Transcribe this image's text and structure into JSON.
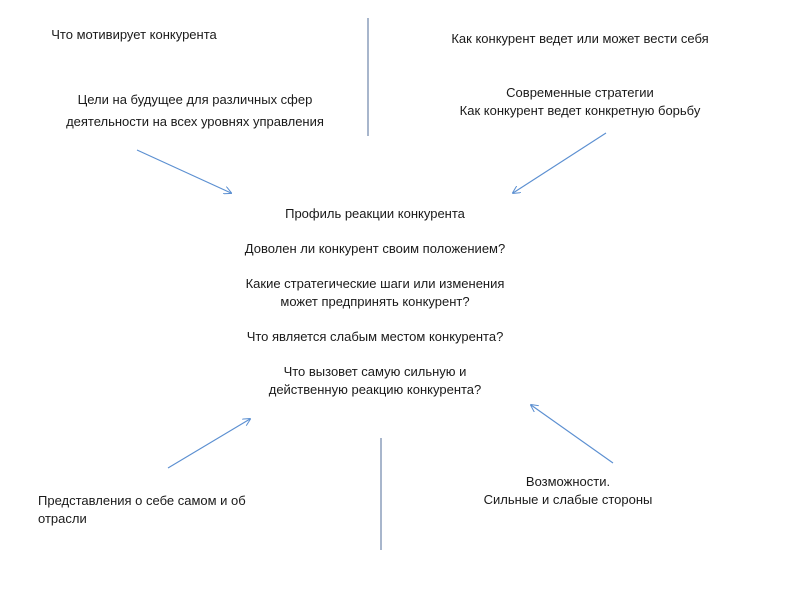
{
  "top_left": {
    "heading": "Что мотивирует конкурента",
    "line1": "Цели на будущее для различных сфер",
    "line2": "деятельности на всех уровнях управления"
  },
  "top_right": {
    "heading": "Как конкурент ведет или может вести себя",
    "line1": "Современные стратегии",
    "line2": "Как конкурент ведет конкретную  борьбу"
  },
  "center": {
    "title": "Профиль реакции конкурента",
    "q1": "Доволен ли конкурент своим положением?",
    "q2_line1": "Какие стратегические шаги или изменения",
    "q2_line2": "может предпринять конкурент?",
    "q3": "Что является слабым местом конкурента?",
    "q4_line1": "Что вызовет самую сильную и",
    "q4_line2": "действенную реакцию конкурента?"
  },
  "bottom_left": {
    "line1": "Представления о себе самом и об",
    "line2": "отрасли"
  },
  "bottom_right": {
    "line1": "Возможности.",
    "line2": "Сильные и слабые стороны"
  },
  "colors": {
    "divider": "#7a8fb0",
    "arrow": "#5b8fd1",
    "text": "#1a1a1a"
  }
}
